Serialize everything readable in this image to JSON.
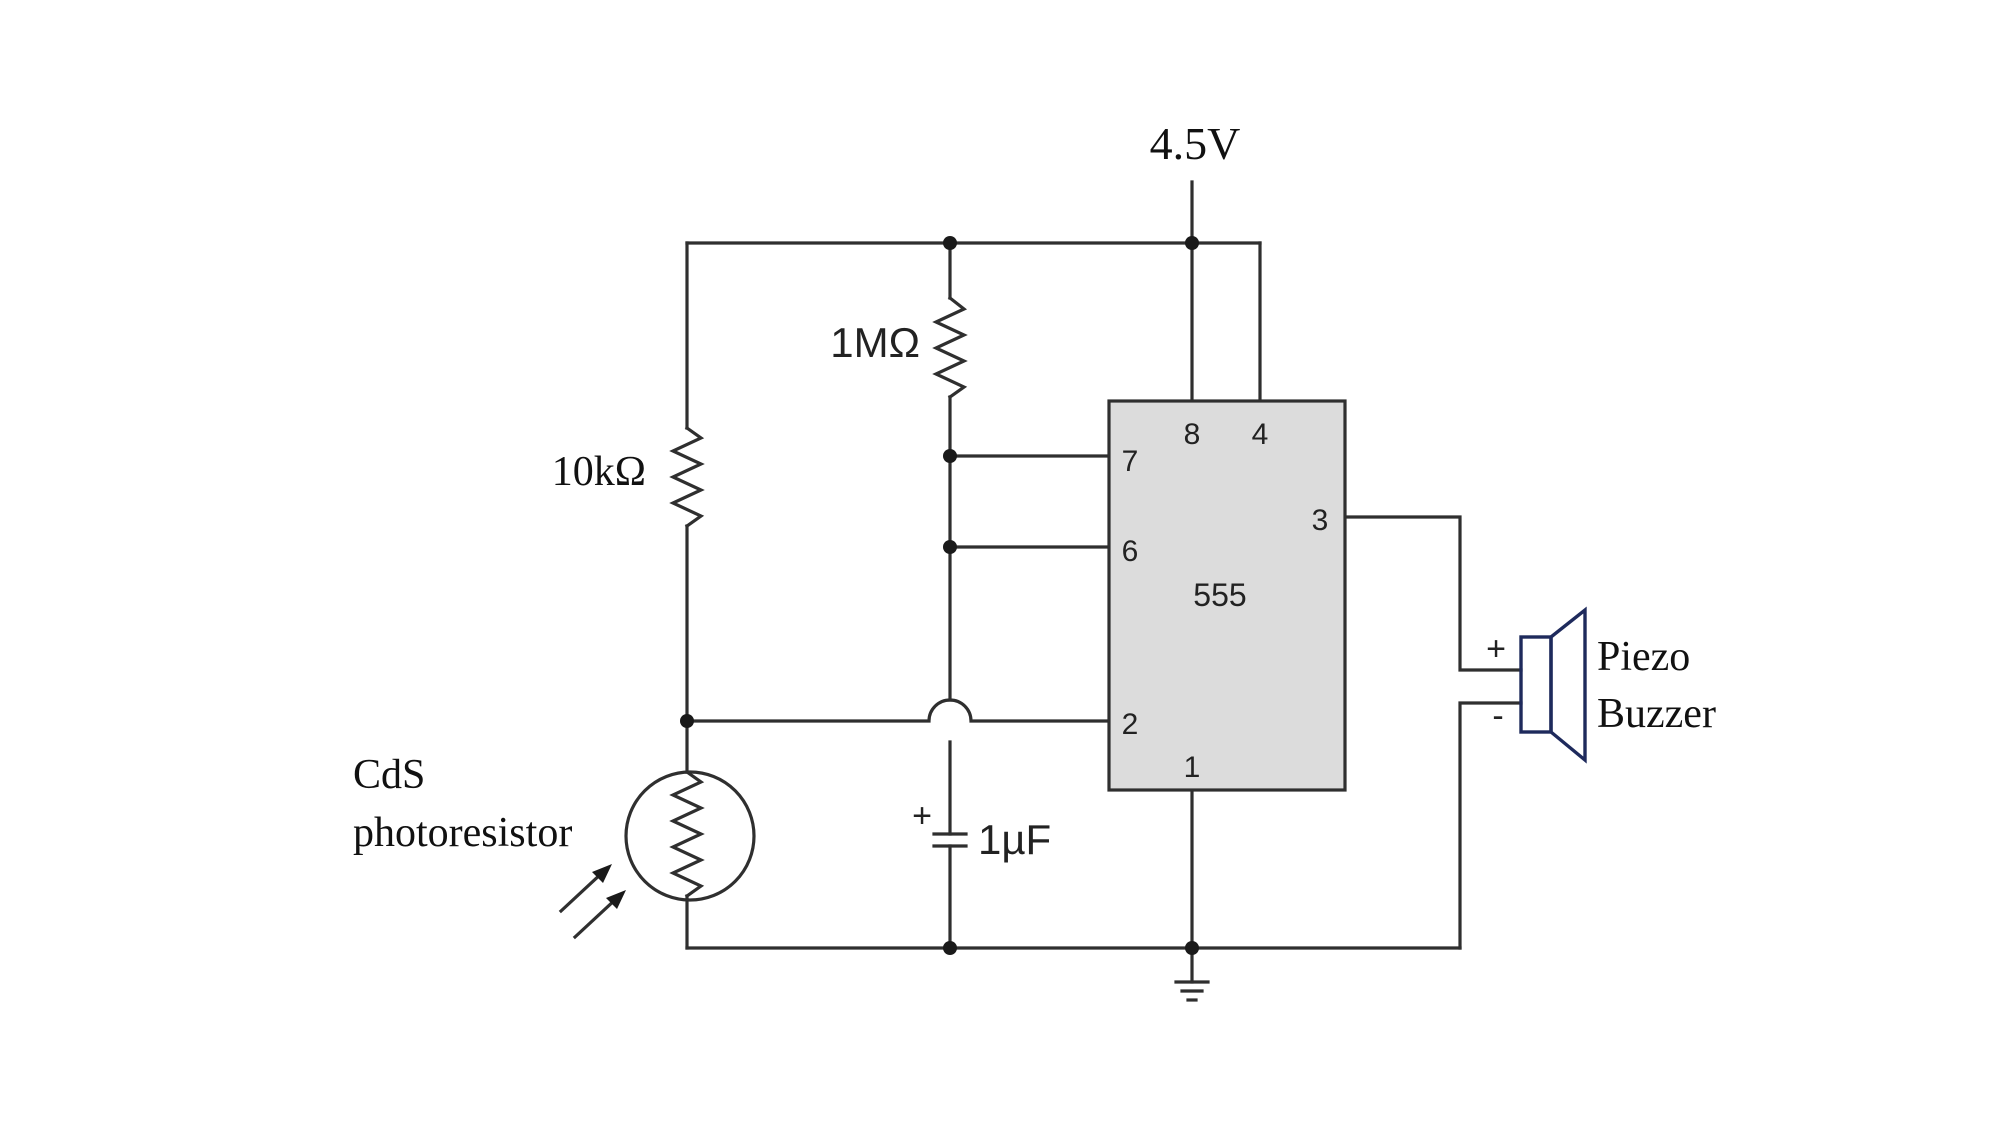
{
  "labels": {
    "supply_voltage": "4.5V",
    "r_1m": "1MΩ",
    "r_10k": "10kΩ",
    "cds_line1": "CdS",
    "cds_line2": "photoresistor",
    "cap": "1µF",
    "cap_plus": "+",
    "piezo_line1": "Piezo",
    "piezo_line2": "Buzzer",
    "piezo_plus": "+",
    "piezo_minus": "-"
  },
  "ic": {
    "name": "555",
    "pins": {
      "p8": "8",
      "p4": "4",
      "p7": "7",
      "p6": "6",
      "p3": "3",
      "p2": "2",
      "p1": "1"
    }
  },
  "colors": {
    "wire": "#2f2f2f",
    "ic_fill": "#dcdcdc",
    "buzzer": "#1e2a5c"
  }
}
